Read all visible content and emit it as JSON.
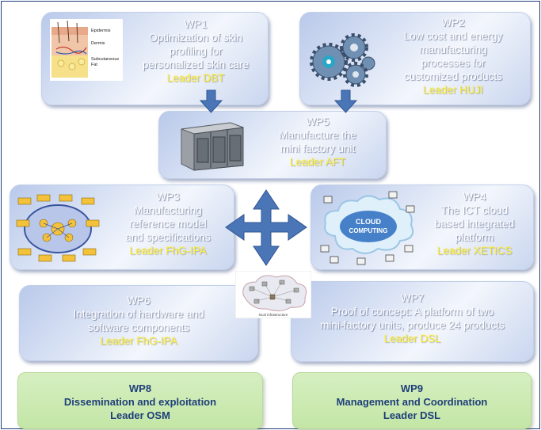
{
  "wp1": {
    "title": "WP1",
    "lines": [
      "Optimization of skin",
      "profiling for",
      "personalized  skin care"
    ],
    "leader": "Leader DBT",
    "image_labels": [
      "Epidermis",
      "Dermis",
      "Subcutaneous",
      "Fat"
    ]
  },
  "wp2": {
    "title": "WP2",
    "lines": [
      "Low cost and energy",
      "manufacturing",
      "processes  for",
      "customized products"
    ],
    "leader": "Leader HUJI"
  },
  "wp5": {
    "title": "WP5",
    "lines": [
      "Manufacture the",
      "mini factory unit"
    ],
    "leader": "Leader AFT"
  },
  "wp3": {
    "title": "WP3",
    "lines": [
      "Manufacturing",
      "reference model",
      "and  specifications"
    ],
    "leader": "Leader FhG-IPA"
  },
  "wp4": {
    "title": "WP4",
    "lines": [
      "The ICT cloud",
      "based integrated",
      "platform"
    ],
    "leader": "Leader XETICS",
    "image_labels": [
      "CLOUD",
      "COMPUTING"
    ]
  },
  "wp6": {
    "title": "WP6",
    "lines": [
      "Integration of hardware and",
      "software components"
    ],
    "leader": "Leader FhG-IPA"
  },
  "wp7": {
    "title": "WP7",
    "lines": [
      "Proof of concept: A platform of two",
      "mini-factory units,  produce 24 products"
    ],
    "leader": "Leader DSL"
  },
  "network_image_label": "local infrastructure",
  "wp8": {
    "title": "WP8",
    "lines": [
      "Dissemination and exploitation",
      "Leader OSM"
    ]
  },
  "wp9": {
    "title": "WP9",
    "lines": [
      "Management and Coordination",
      "Leader DSL"
    ]
  },
  "colors": {
    "box_text": "#ffffff",
    "leader": "#ffef3a",
    "arrow": "#4a76b8",
    "green_text": "#1f3f7a"
  }
}
